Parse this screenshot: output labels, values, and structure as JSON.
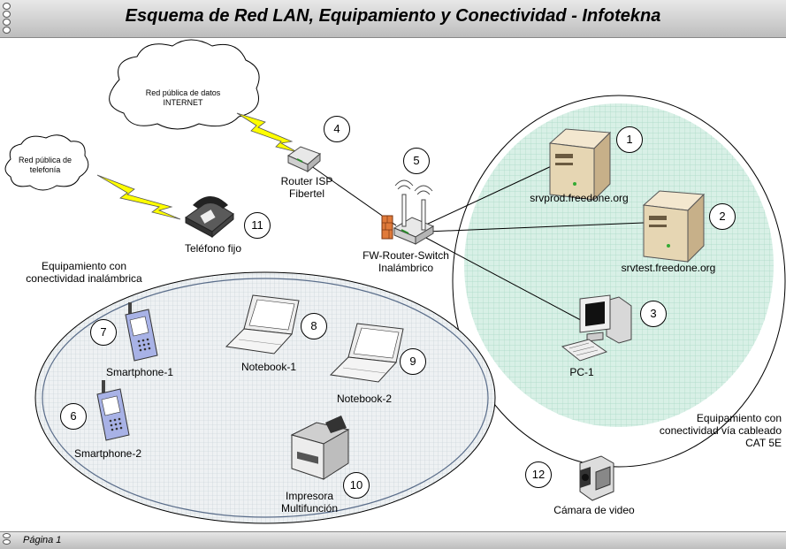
{
  "title": "Esquema de Red LAN, Equipamiento y Conectividad - Infotekna",
  "footer": {
    "page": "Página 1"
  },
  "clouds": {
    "internet": "Red pública de datos\nINTERNET",
    "phone": "Red pública de\ntelefonía"
  },
  "devices": {
    "router_isp": "Router ISP\nFibertel",
    "fw_router": "FW-Router-Switch\nInalámbrico",
    "srvprod": "srvprod.freedone.org",
    "srvtest": "srvtest.freedone.org",
    "pc1": "PC-1",
    "telefono": "Teléfono fijo",
    "smartphone1": "Smartphone-1",
    "smartphone2": "Smartphone-2",
    "notebook1": "Notebook-1",
    "notebook2": "Notebook-2",
    "impresora": "Impresora\nMultifunción",
    "camara": "Cámara de video"
  },
  "groups": {
    "wireless": "Equipamiento con\nconectividad inalámbrica",
    "wired": "Equipamiento con\nconectividad vía cableado\nCAT 5E"
  },
  "numbers": [
    "1",
    "2",
    "3",
    "4",
    "5",
    "6",
    "7",
    "8",
    "9",
    "10",
    "11",
    "12"
  ],
  "colors": {
    "hatch": "#cfe9e0",
    "wireless_fill": "#dfe6ea",
    "bolt": "#ffff00",
    "cable": "#000000"
  }
}
